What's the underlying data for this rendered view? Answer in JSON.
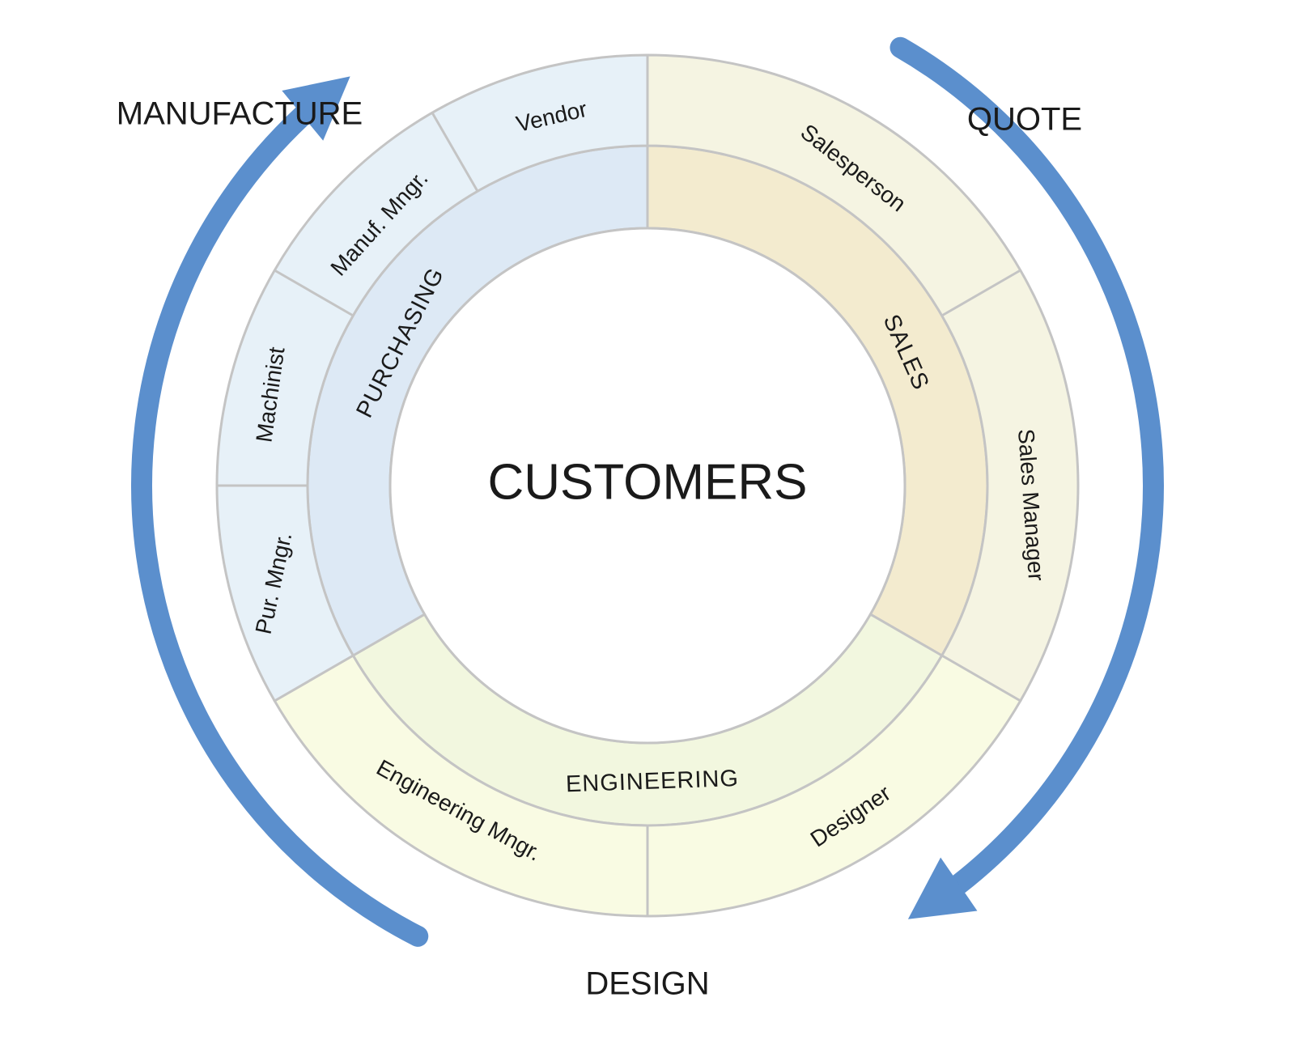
{
  "center": {
    "label": "CUSTOMERS"
  },
  "stages": {
    "manufacture": "MANUFACTURE",
    "quote": "QUOTE",
    "design": "DESIGN"
  },
  "departments": {
    "sales": "SALES",
    "engineering": "ENGINEERING",
    "purchasing": "PURCHASING"
  },
  "roles": {
    "salesperson": "Salesperson",
    "sales_manager": "Sales Manager",
    "designer": "Designer",
    "engineering_mngr": "Engineering Mngr.",
    "pur_mngr": "Pur. Mngr.",
    "machinist": "Machinist",
    "manuf_mngr": "Manuf. Mngr.",
    "vendor": "Vendor"
  },
  "colors": {
    "sales_outer": "#f5f4e2",
    "sales_inner": "#f3ebcf",
    "engineering_outer": "#f9fbe3",
    "engineering_inner": "#f2f7df",
    "purchasing_outer": "#e7f1f8",
    "purchasing_inner": "#dde9f5",
    "arrow": "#5b8fcd",
    "stroke": "#c4c4c4"
  }
}
